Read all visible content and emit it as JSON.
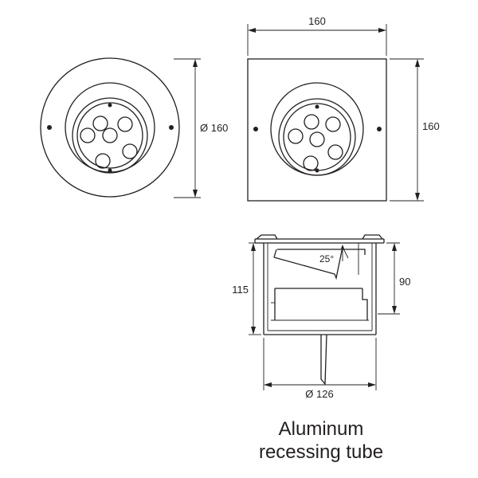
{
  "front_view": {
    "diameter_label": "Ø 160"
  },
  "square_view": {
    "width_label": "160",
    "height_label": "160"
  },
  "section_view": {
    "angle_label": "25°",
    "total_height_label": "115",
    "inner_height_label": "90",
    "diameter_label": "Ø 126"
  },
  "caption": {
    "line1": "Aluminum",
    "line2": "recessing tube"
  }
}
